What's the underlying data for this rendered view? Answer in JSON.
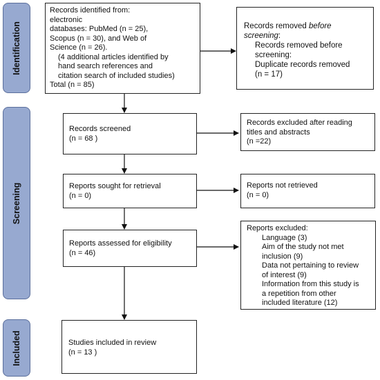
{
  "phases": {
    "identification": "Identification",
    "screening": "Screening",
    "included": "Included"
  },
  "identified": {
    "l1": "Records identified from:",
    "l2": "electronic",
    "l3": "databases: PubMed (n = 25),",
    "l4": "Scopus (n = 30), and Web of",
    "l5": "Science (n = 26).",
    "l6": "(4 additional articles identified by",
    "l7": "hand search references and",
    "l8": "citation search of included studies)",
    "l9": "Total (n = 85)"
  },
  "removed": {
    "l1a": "Records removed ",
    "l1b": "before",
    "l2": "screening",
    "l2b": ":",
    "l3": "Records removed before",
    "l4": "screening:",
    "l5": "Duplicate records removed",
    "l6": "(n = 17)"
  },
  "screened": {
    "l1": "Records screened",
    "l2": "(n = 68 )"
  },
  "excluded_titles": {
    "l1": "Records excluded after reading",
    "l2": "titles and abstracts",
    "l3": "(n =22)"
  },
  "sought": {
    "l1": "Reports sought for retrieval",
    "l2": "(n = 0)"
  },
  "not_retrieved": {
    "l1": "Reports not retrieved",
    "l2": "(n = 0)"
  },
  "assessed": {
    "l1": "Reports assessed for eligibility",
    "l2": "(n = 46)"
  },
  "reports_excluded": {
    "l1": "Reports excluded:",
    "l2": "Language (3)",
    "l3": "Aim of the study not met",
    "l4": "inclusion (9)",
    "l5": "Data not pertaining to review",
    "l6": "of interest (9)",
    "l7": "Information from this study is",
    "l8": "a repetition from other",
    "l9": "included literature (12)"
  },
  "included": {
    "l1": "Studies included in review",
    "l2": "(n = 13 )"
  }
}
